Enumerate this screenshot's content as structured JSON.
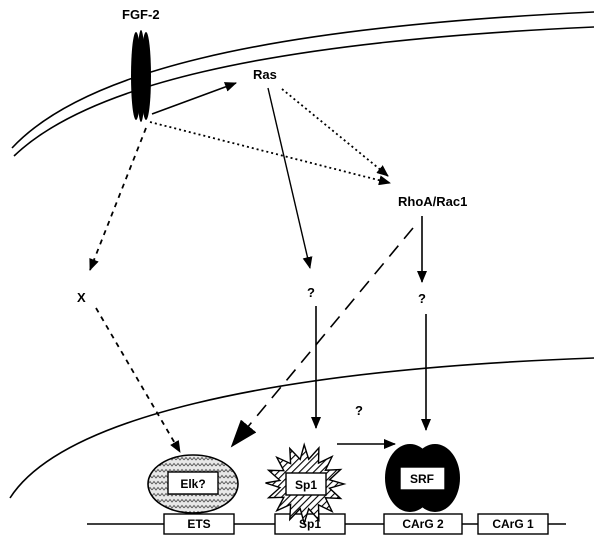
{
  "labels": {
    "receptor": "FGF-2",
    "ras": "Ras",
    "rho": "RhoA/Rac1",
    "x": "X",
    "q_ras": "?",
    "q_rho": "?",
    "q_sp1_srf": "?"
  },
  "factors": {
    "elk": "Elk?",
    "sp1": "Sp1",
    "srf": "SRF"
  },
  "promoter_elements": {
    "ets": "ETS",
    "sp1": "Sp1",
    "carg2": "CArG 2",
    "carg1": "CArG 1"
  }
}
